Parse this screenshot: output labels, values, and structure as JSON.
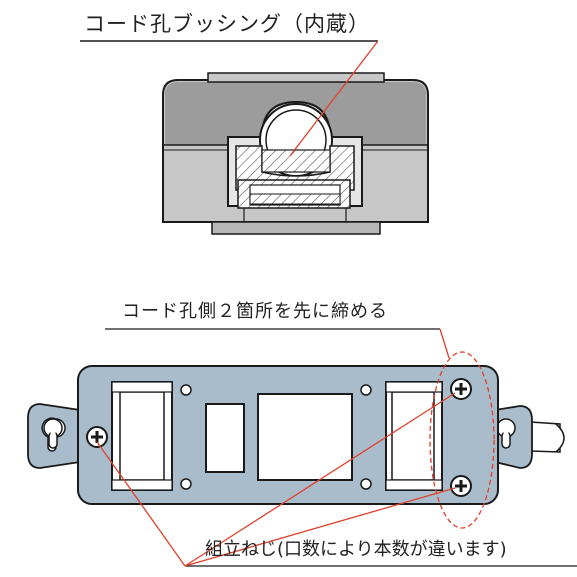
{
  "labels": {
    "bushing": "コード孔ブッシング（内蔵）",
    "tighten": "コード孔側２箇所を先に締める",
    "screws": "組立ねじ(口数により本数が違います)"
  },
  "colors": {
    "plate_fill": "#a9bccb",
    "body_gray": "#c7c7c7",
    "body_top": "#9a9a9a",
    "leader_red": "#e0402a",
    "line": "#1a1a1a"
  }
}
